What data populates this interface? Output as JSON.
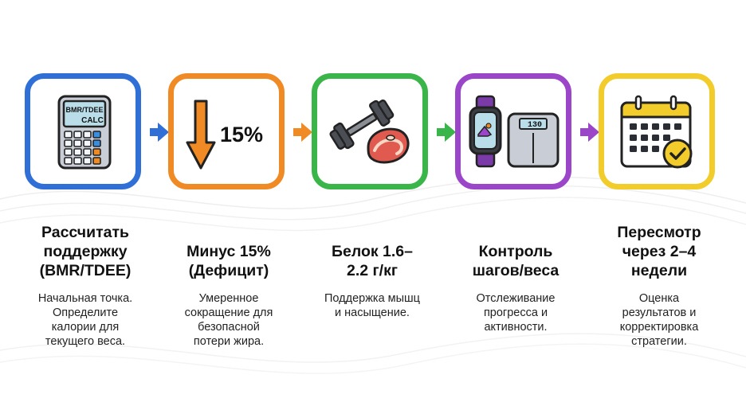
{
  "colors": {
    "step1": "#2f6fd6",
    "step2": "#f08a24",
    "step3": "#3ab54a",
    "step4": "#9b45c9",
    "step5": "#f2cc2a"
  },
  "steps": [
    {
      "icon": "calculator-icon",
      "icon_text_top": "BMR/TDEE",
      "icon_text_bottom": "CALC",
      "title_lines": [
        "Рассчитать",
        "поддержку",
        "(BMR/TDEE)"
      ],
      "desc_lines": [
        "Начальная точка.",
        "Определите",
        "калории для",
        "текущего веса."
      ]
    },
    {
      "icon": "down-arrow-percent-icon",
      "icon_text": "15%",
      "title_lines": [
        "Минус 15%",
        "(Дефицит)"
      ],
      "desc_lines": [
        "Умеренное",
        "сокращение для",
        "безопасной",
        "потери жира."
      ]
    },
    {
      "icon": "dumbbell-steak-icon",
      "title_lines": [
        "Белок 1.6–",
        "2.2 г/кг"
      ],
      "desc_lines": [
        "Поддержка мышц",
        "и насыщение."
      ]
    },
    {
      "icon": "watch-scale-icon",
      "icon_text": "130",
      "title_lines": [
        "Контроль",
        "шагов/веса"
      ],
      "desc_lines": [
        "Отслеживание",
        "прогресса и",
        "активности."
      ]
    },
    {
      "icon": "calendar-check-icon",
      "title_lines": [
        "Пересмотр",
        "через 2–4",
        "недели"
      ],
      "desc_lines": [
        "Оценка",
        "результатов и",
        "корректировка",
        "стратегии."
      ]
    }
  ]
}
